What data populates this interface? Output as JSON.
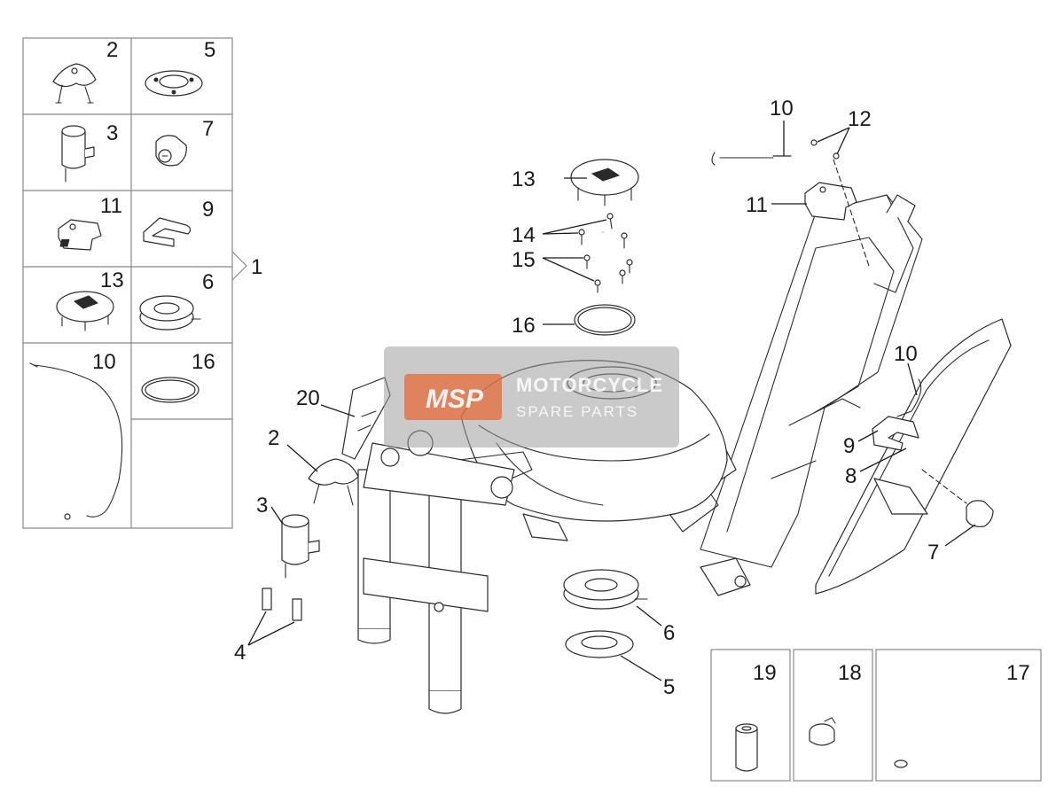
{
  "kit_panel": {
    "cells": [
      "2",
      "5",
      "3",
      "7",
      "11",
      "9",
      "13",
      "6",
      "10",
      "16"
    ],
    "bracket_label": "1"
  },
  "callouts": {
    "tank_cap": "13",
    "cap_screws_upper": "14",
    "cap_screws_lower": "15",
    "cap_gasket": "16",
    "key_tag": "20",
    "ignition_keys": "2",
    "ignition_lock": "3",
    "shear_bolts": "4",
    "filler_ring": "6",
    "filler_gasket": "5",
    "seat_cable": "10",
    "seat_lock_screws": "12",
    "seat_lock": "11",
    "side_cable": "10",
    "seat_hook": "9",
    "lock_bracket": "8",
    "side_lock_barrel": "7"
  },
  "accessories": [
    {
      "label": "19"
    },
    {
      "label": "18"
    },
    {
      "label": "17"
    }
  ],
  "watermark": {
    "logo": "MSP",
    "line1": "MOTORCYCLE",
    "line2": "SPARE PARTS"
  }
}
